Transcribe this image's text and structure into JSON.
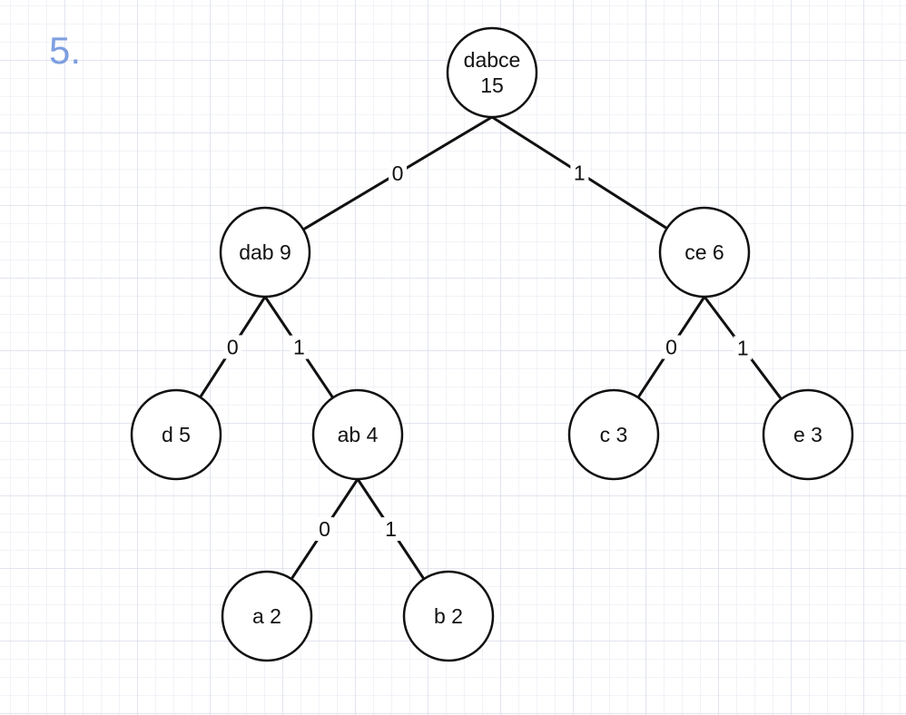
{
  "problem_number": "5.",
  "colors": {
    "problem_number": "#7d9ee0",
    "lines": "#111111",
    "node_fill": "#ffffff",
    "grid": "#d6d9e8"
  },
  "tree": {
    "nodes": [
      {
        "id": "dabce",
        "lines": [
          "dabce",
          "15"
        ]
      },
      {
        "id": "dab",
        "lines": [
          "dab 9"
        ]
      },
      {
        "id": "ce",
        "lines": [
          "ce 6"
        ]
      },
      {
        "id": "d",
        "lines": [
          "d 5"
        ]
      },
      {
        "id": "ab",
        "lines": [
          "ab 4"
        ]
      },
      {
        "id": "c",
        "lines": [
          "c 3"
        ]
      },
      {
        "id": "e",
        "lines": [
          "e 3"
        ]
      },
      {
        "id": "a",
        "lines": [
          "a 2"
        ]
      },
      {
        "id": "b",
        "lines": [
          "b 2"
        ]
      }
    ],
    "edges": [
      {
        "from": "dabce",
        "to": "dab",
        "label": "0"
      },
      {
        "from": "dabce",
        "to": "ce",
        "label": "1"
      },
      {
        "from": "dab",
        "to": "d",
        "label": "0"
      },
      {
        "from": "dab",
        "to": "ab",
        "label": "1"
      },
      {
        "from": "ce",
        "to": "c",
        "label": "0"
      },
      {
        "from": "ce",
        "to": "e",
        "label": "1"
      },
      {
        "from": "ab",
        "to": "a",
        "label": "0"
      },
      {
        "from": "ab",
        "to": "b",
        "label": "1"
      }
    ]
  }
}
